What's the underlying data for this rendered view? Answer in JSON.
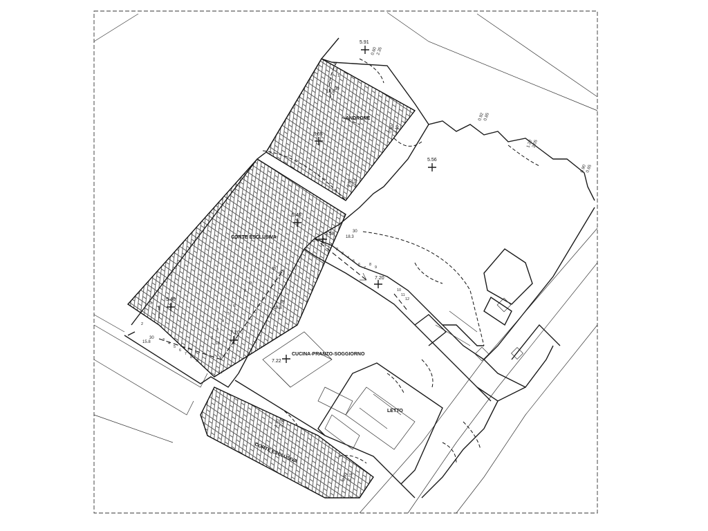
{
  "rooms": {
    "androne": "ANDRONE",
    "corte_esclusiva_top": "CORTE ESCLUSIVA",
    "cucina": "CUCINA-PRANZO-SOGGIORNO",
    "letto": "LETTO",
    "corte_esclusiva_bottom": "CORTE ESCLUSIVA"
  },
  "elevations": {
    "e_591": "5.91",
    "e_365": "3.65",
    "e_556": "5.56",
    "e_546_mid": "5.46",
    "e_558": "5.58",
    "e_546_left": "5.46",
    "e_720_a": "7.20",
    "e_720_b": "7.20",
    "e_722": "7.22"
  },
  "stairs": {
    "upper_steps": [
      "1",
      "2",
      "3",
      "4",
      "5",
      "6",
      "7",
      "8",
      "9"
    ],
    "upper_end": [
      "10",
      "11",
      "12"
    ],
    "lower_steps": [
      "3",
      "4",
      "5",
      "6",
      "7",
      "8",
      "9"
    ],
    "lower_start": [
      "1",
      "2"
    ],
    "lower_end": [
      "10",
      "11"
    ],
    "left_flight": [
      "2",
      "3",
      "4",
      "5",
      "6",
      "7",
      "8",
      "9",
      "10"
    ],
    "top_steps": [
      "3",
      "2",
      "1"
    ]
  },
  "tread_labels": {
    "t1": "30",
    "r1": "18.3",
    "t2": "30",
    "r2": "15.8",
    "t3": "30",
    "r3": "17.8",
    "t4": "30",
    "r4": "18.8"
  },
  "dimensions": {
    "d1": "0.60",
    "d1b": "2.35",
    "d2": "0.92",
    "d2b": "0.85",
    "d3": "1.20",
    "d3b": "2.05",
    "d4": "0.90",
    "d4b": "0.65",
    "d5": "0.90",
    "d5b": "2.10",
    "d6": "0.90",
    "d6b": "2.10",
    "d7": "1.10",
    "d7b": "2.05",
    "d8": "0.80",
    "d8b": "2.15"
  },
  "colors": {
    "line": "#1a1a1a",
    "background": "#ffffff"
  }
}
